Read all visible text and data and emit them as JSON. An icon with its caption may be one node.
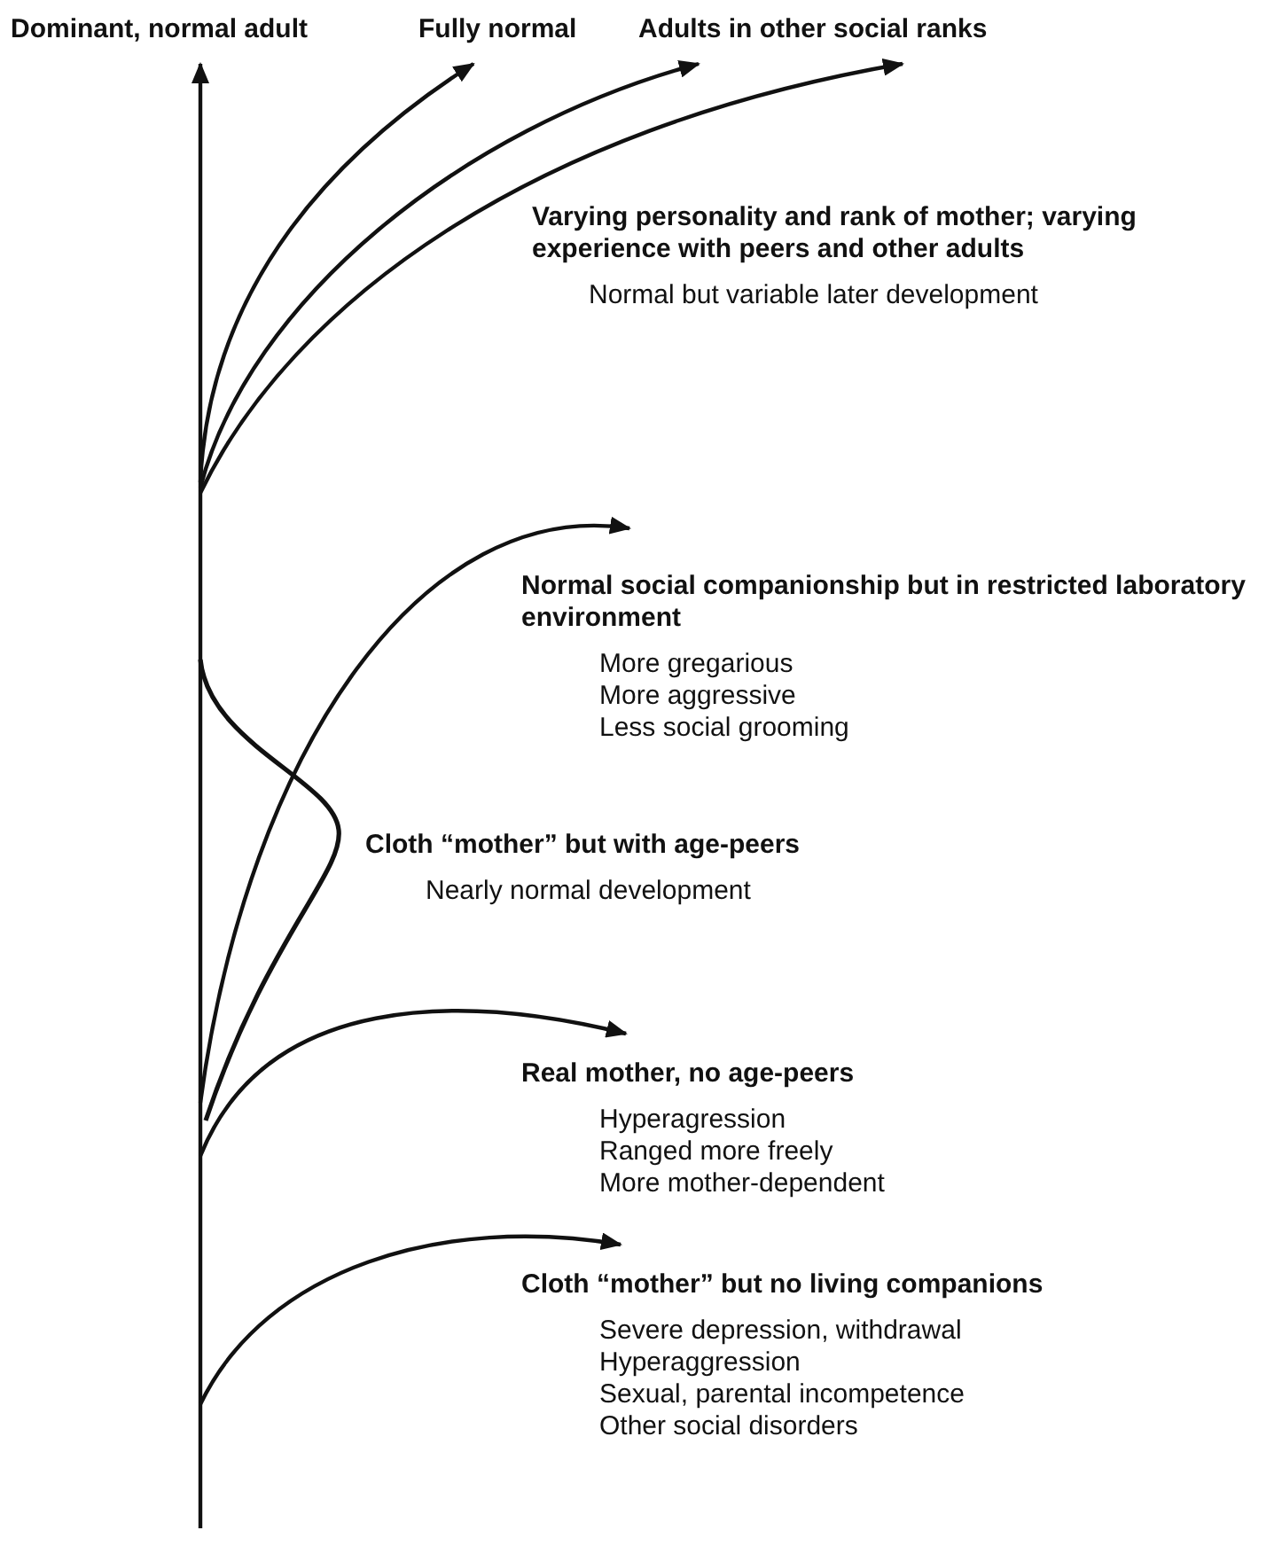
{
  "diagram": {
    "nodes": [
      {
        "text": [
          "Dominant, normal adult"
        ]
      },
      {
        "text": [
          "Fully normal"
        ]
      },
      {
        "text": [
          "Adults in other social ranks"
        ]
      },
      {
        "text": [
          "Varying personality and rank of mother; varying experience with peers and other adults",
          "Normal but variable later development"
        ]
      },
      {
        "text": [
          "Normal social companionship but in restricted laboratory environment",
          "More gregarious",
          "More aggressive",
          "Less social grooming"
        ]
      },
      {
        "text": [
          "Cloth “mother” but with age-peers",
          "Nearly normal development"
        ]
      },
      {
        "text": [
          "Real mother, no age-peers",
          "Hyperagression",
          "Ranged more freely",
          "More mother-dependent"
        ]
      },
      {
        "text": [
          "Cloth “mother” but no living companions",
          "Severe depression, withdrawal",
          "Hyperaggression",
          "Sexual, parental incompetence",
          "Other social disorders"
        ]
      }
    ],
    "edges": [
      {
        "from": null,
        "to": 0,
        "arrow": "to"
      },
      {
        "from": null,
        "to": 1,
        "arrow": "to"
      },
      {
        "from": null,
        "to": 2,
        "arrow": "to"
      },
      {
        "from": null,
        "to": 2,
        "arrow": "to"
      },
      {
        "from": null,
        "to": 4,
        "arrow": "to"
      },
      {
        "from": null,
        "to": 6,
        "arrow": "to"
      },
      {
        "from": null,
        "to": 7,
        "arrow": "to"
      }
    ]
  }
}
